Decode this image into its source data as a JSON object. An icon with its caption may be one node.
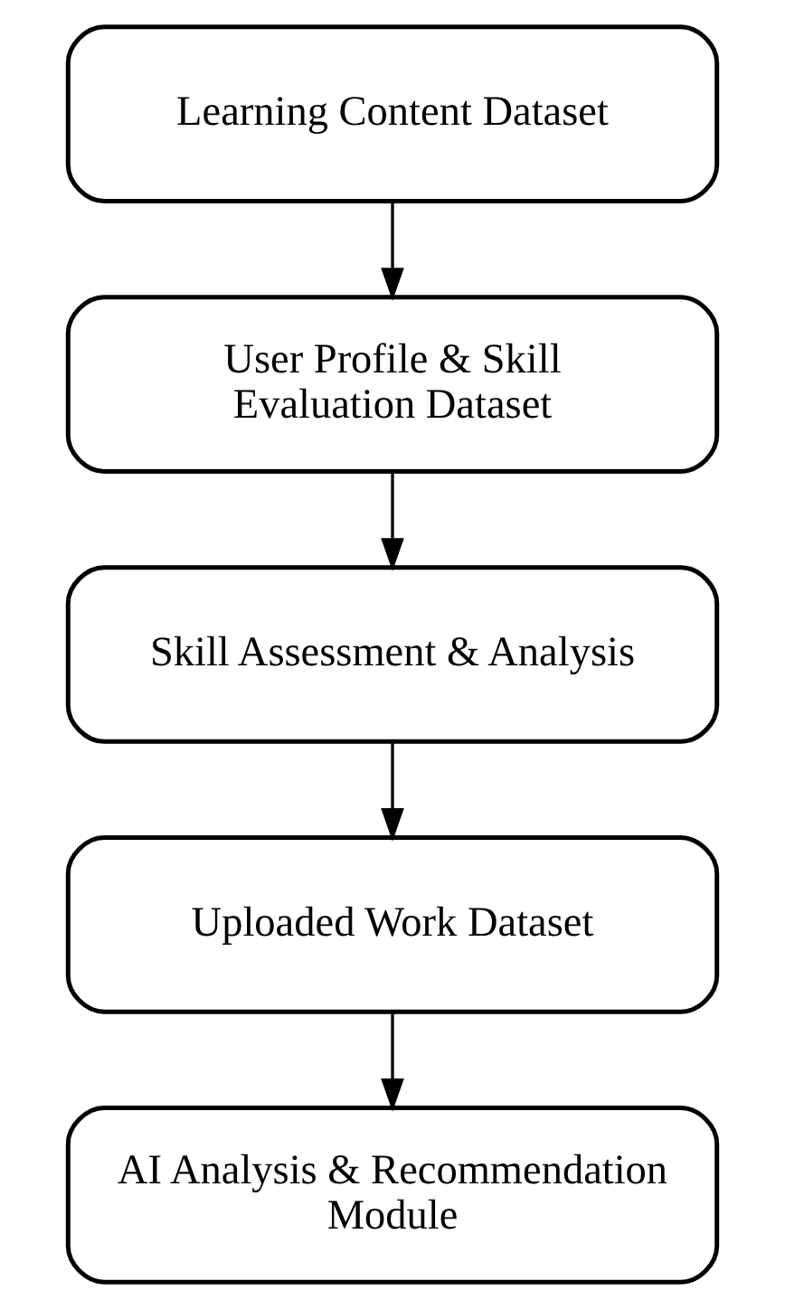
{
  "diagram": {
    "nodes": [
      {
        "text": [
          "Learning Content Dataset"
        ]
      },
      {
        "text": [
          "User Profile & Skill Evaluation Dataset"
        ]
      },
      {
        "text": [
          "Skill Assessment & Analysis"
        ]
      },
      {
        "text": [
          "Uploaded Work Dataset"
        ]
      },
      {
        "text": [
          "AI Analysis & Recommendation Module"
        ]
      }
    ],
    "edges": [
      {
        "from": 0,
        "to": 1,
        "arrow": "to"
      },
      {
        "from": 1,
        "to": 2,
        "arrow": "to"
      },
      {
        "from": 2,
        "to": 3,
        "arrow": "to"
      },
      {
        "from": 3,
        "to": 4,
        "arrow": "to"
      }
    ]
  }
}
